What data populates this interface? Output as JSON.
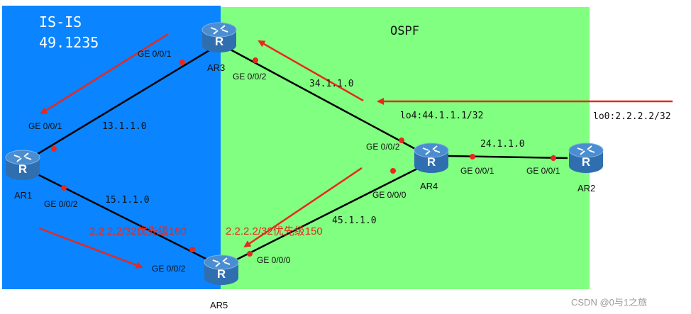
{
  "areas": {
    "isis": {
      "title": "IS-IS",
      "area_id": "49.1235",
      "color": "#0a84ff"
    },
    "ospf": {
      "title": "OSPF",
      "color": "#80ff80"
    }
  },
  "routers": {
    "ar1": "AR1",
    "ar2": "AR2",
    "ar3": "AR3",
    "ar4": "AR4",
    "ar5": "AR5"
  },
  "interfaces": {
    "ar3_g001": "GE 0/0/1",
    "ar3_g002": "GE 0/0/2",
    "ar1_g001": "GE 0/0/1",
    "ar1_g002": "GE 0/0/2",
    "ar5_g002": "GE 0/0/2",
    "ar5_g000": "GE 0/0/0",
    "ar4_g002": "GE 0/0/2",
    "ar4_g000": "GE 0/0/0",
    "ar4_g001": "GE 0/0/1",
    "ar2_g001": "GE 0/0/1"
  },
  "networks": {
    "ar1_ar3": "13.1.1.0",
    "ar1_ar5": "15.1.1.0",
    "ar3_ar4": "34.1.1.0",
    "ar4_ar5": "45.1.1.0",
    "ar4_ar2": "24.1.1.0"
  },
  "loopbacks": {
    "ar4": "lo4:44.1.1.1/32",
    "ar2": "lo0:2.2.2.2/32"
  },
  "annotations": {
    "prio_isis": "2.2.2.2/32优先级160",
    "prio_ospf": "2.2.2.2/32优先级150"
  },
  "colors": {
    "arrow": "#e8281e",
    "link": "#000000",
    "port_dot": "#e8281e",
    "router_top": "#4a8ed1",
    "router_side": "#2f6fb0"
  },
  "watermark": "CSDN @0与1之旅"
}
